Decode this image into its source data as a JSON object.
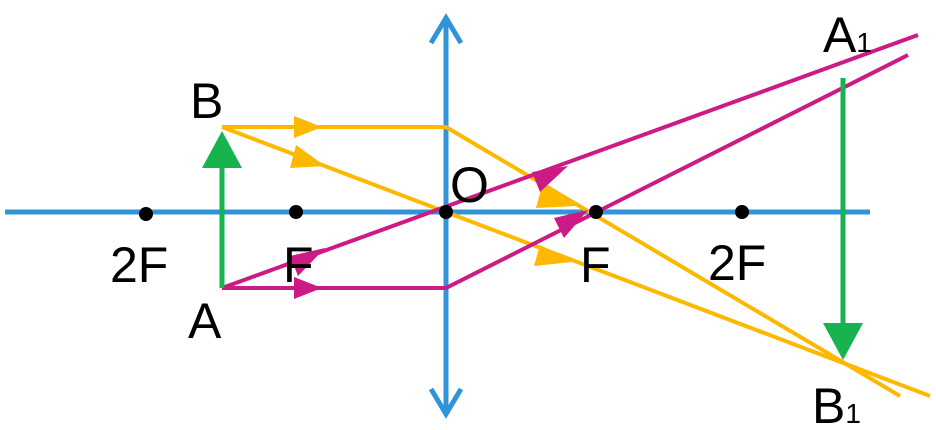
{
  "colors": {
    "axis": "#2f95d8",
    "object_image": "#16b34f",
    "ray_b": "#ffb800",
    "ray_a": "#cc1b85",
    "point": "#000000"
  },
  "labels": {
    "point_b": "B",
    "point_a": "A",
    "optical_center": "O",
    "focus_left": "F",
    "double_focus_left": "2F",
    "focus_right": "F",
    "double_focus_right": "2F",
    "image_a": "A",
    "image_a_sub": "1",
    "image_b": "B",
    "image_b_sub": "1"
  },
  "icons": {
    "lens": "convex-lens-double-arrow",
    "axis": "principal-axis-line"
  }
}
